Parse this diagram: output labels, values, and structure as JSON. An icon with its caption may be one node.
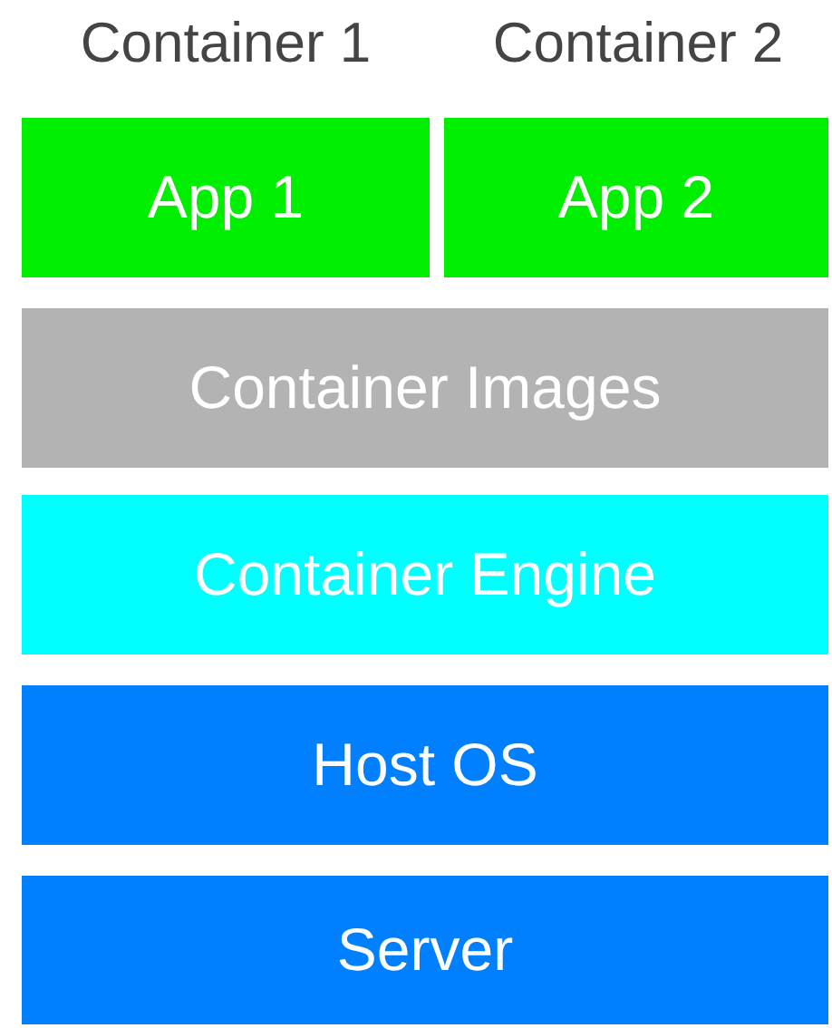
{
  "diagram": {
    "nodes": [
      {
        "text": [
          "App 1"
        ]
      },
      {
        "text": [
          "App 2"
        ]
      },
      {
        "text": [
          "Container Images"
        ]
      },
      {
        "text": [
          "Container Engine"
        ]
      },
      {
        "text": [
          "Host OS"
        ]
      },
      {
        "text": [
          "Server"
        ]
      }
    ],
    "labels": [
      "Container 1",
      "Container 2"
    ]
  }
}
